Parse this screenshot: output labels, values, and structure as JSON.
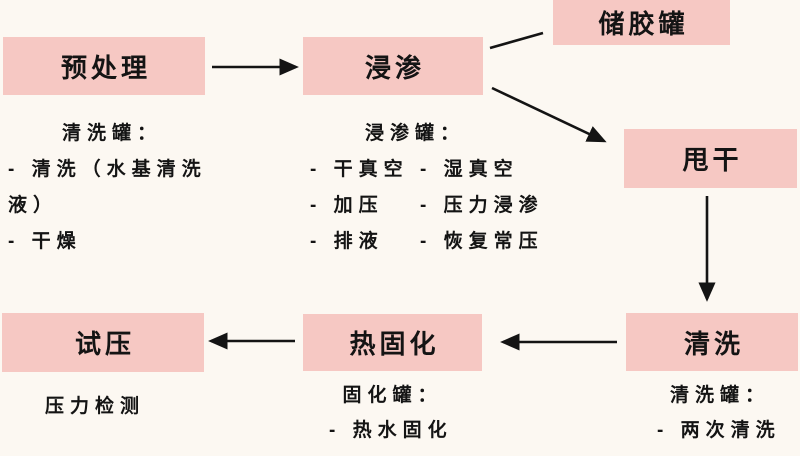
{
  "colors": {
    "background": "#fcf8f2",
    "node_fill": "#f6c8c3",
    "text": "#141414",
    "arrow": "#141414"
  },
  "nodes": {
    "pretreatment": {
      "label": "预处理"
    },
    "impregnation": {
      "label": "浸渗"
    },
    "glue_tank": {
      "label": "储胶罐"
    },
    "spin_dry": {
      "label": "甩干"
    },
    "rinse": {
      "label": "清洗"
    },
    "thermal_cure": {
      "label": "热固化"
    },
    "pressure_test": {
      "label": "试压"
    }
  },
  "annotations": {
    "pretreatment": {
      "header": "清洗罐：",
      "lines": [
        "- 清洗（水基清洗",
        "液）",
        "- 干燥"
      ]
    },
    "impregnation": {
      "header": "浸渗罐：",
      "rows": [
        [
          "- 干真空",
          "- 湿真空"
        ],
        [
          "- 加压",
          "- 压力浸渗"
        ],
        [
          "- 排液",
          "- 恢复常压"
        ]
      ]
    },
    "rinse": {
      "header": "清洗罐：",
      "lines": [
        "- 两次清洗"
      ]
    },
    "thermal_cure": {
      "header": "固化罐：",
      "lines": [
        "- 热水固化"
      ]
    },
    "pressure_test": {
      "note": "压力检测"
    }
  }
}
